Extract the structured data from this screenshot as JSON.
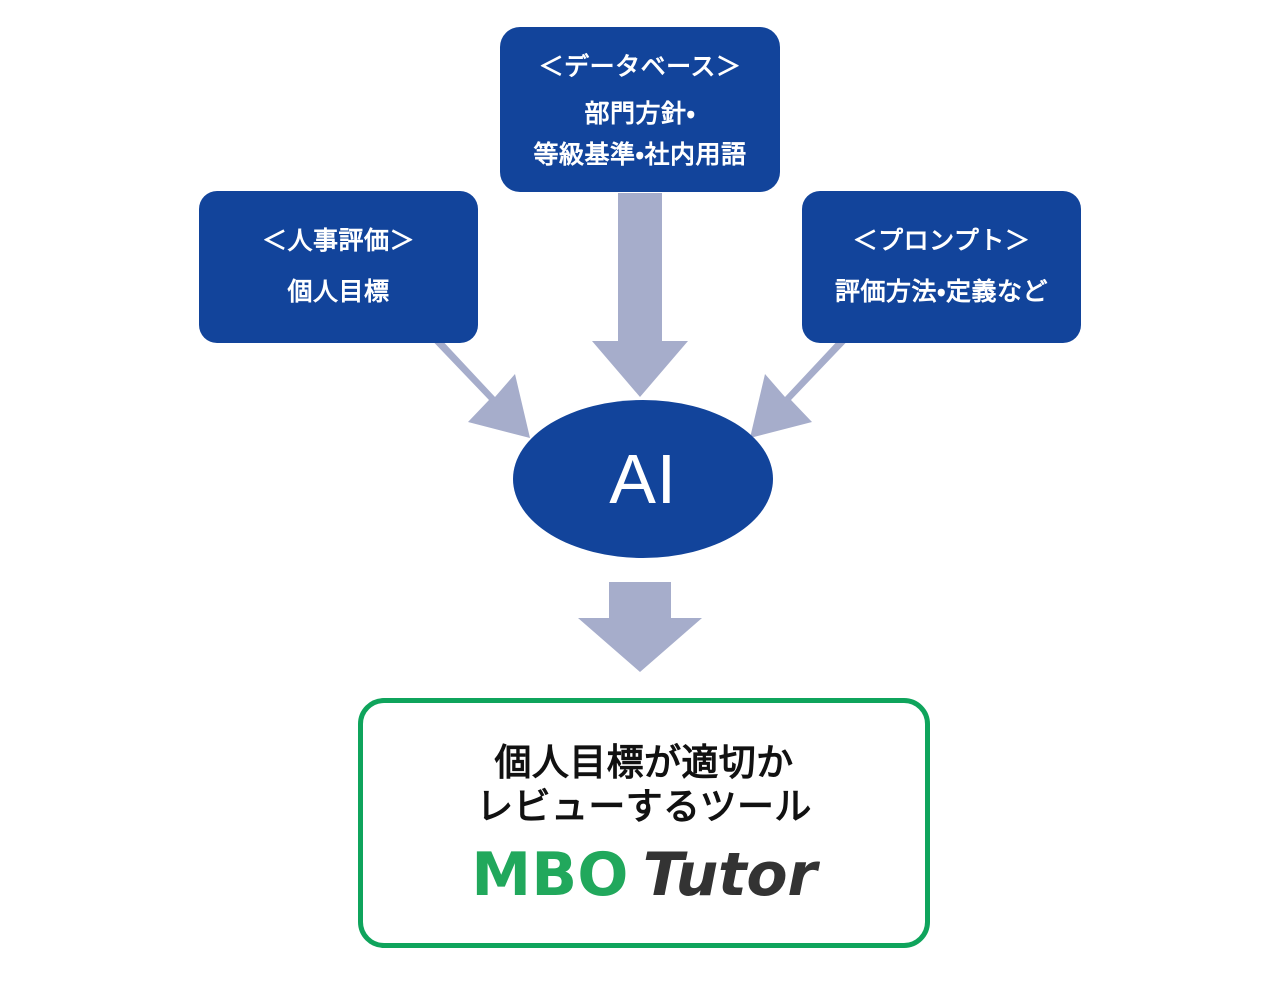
{
  "diagram": {
    "title": "MBO Tutor concept flow diagram",
    "colors": {
      "box_blue": "#12449B",
      "arrow_gray": "#A6ADCB",
      "accent_green": "#0FA45C",
      "logo_green": "#21A85C",
      "logo_dark": "#333333",
      "background": "#FFFFFF"
    }
  },
  "sources": {
    "database": {
      "heading": "＜データベース＞",
      "line1": "部門方針・",
      "line2": "等級基準・社内用語"
    },
    "hr_evaluation": {
      "heading": "＜人事評価＞",
      "line1": "個人目標"
    },
    "prompt": {
      "heading": "＜プロンプト＞",
      "line1": "評価方法・定義など"
    }
  },
  "processor": {
    "label": "AI"
  },
  "result": {
    "line1": "個人目標が適切か",
    "line2": "レビューするツール",
    "logo_primary": "MBO",
    "logo_secondary": "Tutor"
  },
  "arrows": {
    "from_database": "arrow-down-icon",
    "from_hr_evaluation": "arrow-down-right-icon",
    "from_prompt": "arrow-down-left-icon",
    "from_ai": "arrow-down-icon"
  }
}
